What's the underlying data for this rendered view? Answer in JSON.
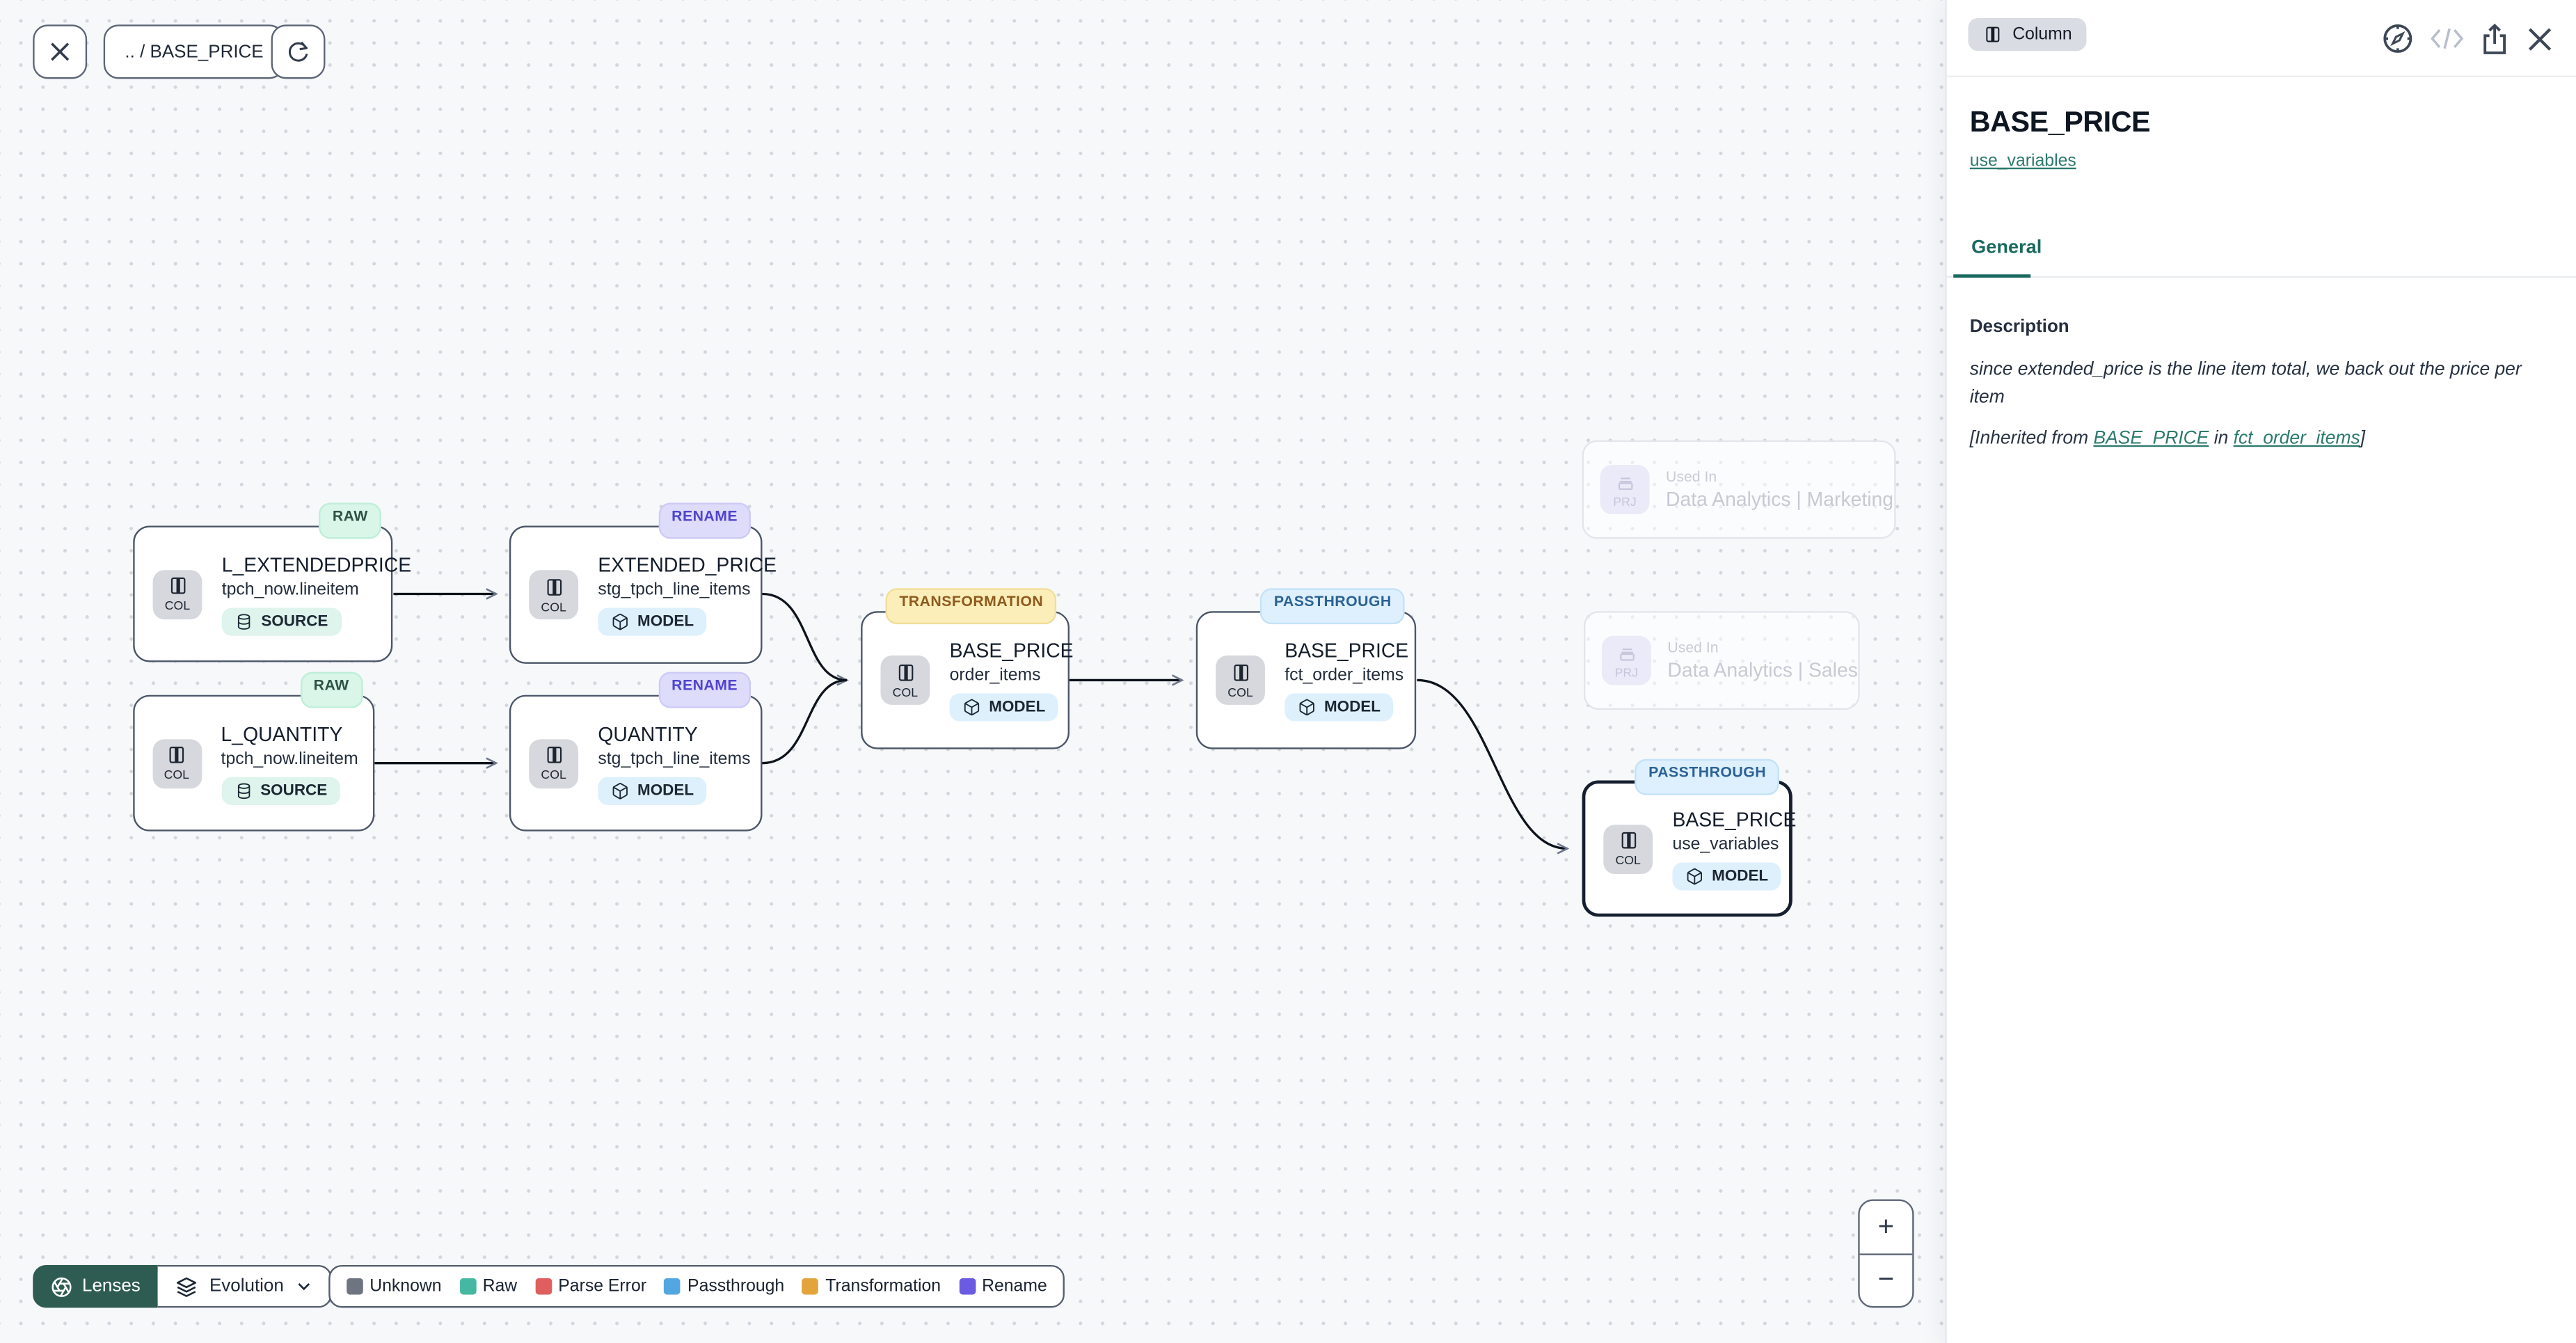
{
  "toolbar": {
    "breadcrumb": ".. / BASE_PRICE"
  },
  "side_panel": {
    "entity_badge": "Column",
    "title": "BASE_PRICE",
    "model_link": "use_variables",
    "tab_general": "General",
    "description_label": "Description",
    "description_text": "since extended_price is the line item total, we back out the price per item",
    "inherited": {
      "prefix": "[Inherited from ",
      "column_link": "BASE_PRICE",
      "middle": " in ",
      "model_link": "fct_order_items",
      "suffix": "]"
    }
  },
  "nodes": [
    {
      "type_badge": "RAW",
      "chip": "COL",
      "title": "L_EXTENDEDPRICE",
      "subtitle": "tpch_now.lineitem",
      "kind": "SOURCE"
    },
    {
      "type_badge": "RENAME",
      "chip": "COL",
      "title": "EXTENDED_PRICE",
      "subtitle": "stg_tpch_line_items",
      "kind": "MODEL"
    },
    {
      "type_badge": "RAW",
      "chip": "COL",
      "title": "L_QUANTITY",
      "subtitle": "tpch_now.lineitem",
      "kind": "SOURCE"
    },
    {
      "type_badge": "RENAME",
      "chip": "COL",
      "title": "QUANTITY",
      "subtitle": "stg_tpch_line_items",
      "kind": "MODEL"
    },
    {
      "type_badge": "TRANSFORMATION",
      "chip": "COL",
      "title": "BASE_PRICE",
      "subtitle": "order_items",
      "kind": "MODEL"
    },
    {
      "type_badge": "PASSTHROUGH",
      "chip": "COL",
      "title": "BASE_PRICE",
      "subtitle": "fct_order_items",
      "kind": "MODEL"
    },
    {
      "type_badge": "PASSTHROUGH",
      "chip": "COL",
      "title": "BASE_PRICE",
      "subtitle": "use_variables",
      "kind": "MODEL",
      "selected": true
    }
  ],
  "ghosts": [
    {
      "chip": "PRJ",
      "used_in": "Used In",
      "name": "Data Analytics | Marketing"
    },
    {
      "chip": "PRJ",
      "used_in": "Used In",
      "name": "Data Analytics | Sales"
    }
  ],
  "footer": {
    "lenses_label": "Lenses",
    "lens_selected": "Evolution",
    "legend": [
      {
        "label": "Unknown",
        "color": "#6e7480"
      },
      {
        "label": "Raw",
        "color": "#45b8a1"
      },
      {
        "label": "Parse Error",
        "color": "#e05e5e"
      },
      {
        "label": "Passthrough",
        "color": "#52a7e0"
      },
      {
        "label": "Transformation",
        "color": "#e2a43b"
      },
      {
        "label": "Rename",
        "color": "#6a5be2"
      }
    ]
  },
  "zoom_controls": {
    "zoom_in": "+",
    "zoom_out": "−"
  },
  "colors": {
    "accent_teal": "#19695f",
    "lenses_bg": "#2e5c52",
    "canvas_bg": "#f7f8fa",
    "node_border": "#4b5668",
    "selected_node_border": "#161f2e",
    "raw_badge_bg": "#d9f6e9",
    "rename_badge_bg": "#dedcfb",
    "transformation_badge_bg": "#fbeeb9",
    "passthrough_badge_bg": "#def0fd"
  }
}
